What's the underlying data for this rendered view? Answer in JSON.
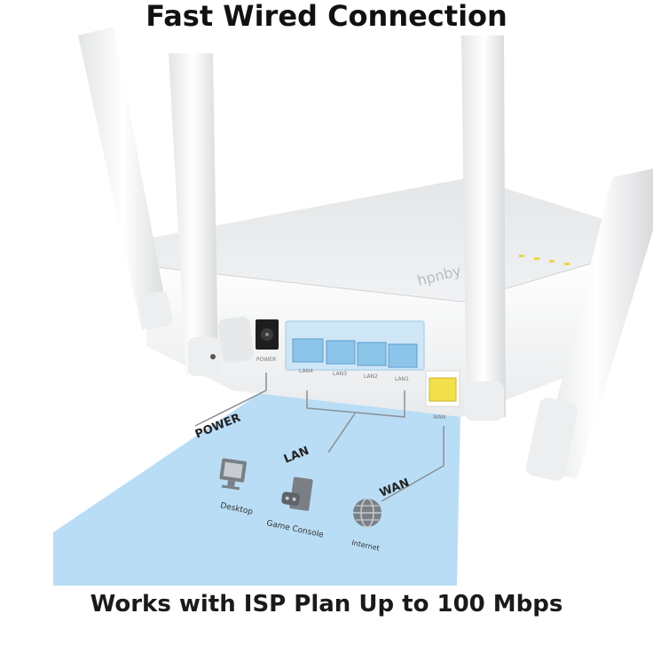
{
  "title": "Fast Wired Connection",
  "tagline": "Works with ISP Plan Up to 100 Mbps",
  "brand_mark": "hpnby",
  "ports": {
    "power": "POWER",
    "lan4": "LAN4",
    "lan3": "LAN3",
    "lan2": "LAN2",
    "lan1": "LAN1",
    "wan": "WAN"
  },
  "connections": {
    "power_label": "POWER",
    "lan_label": "LAN",
    "wan_label": "WAN"
  },
  "devices": {
    "desktop": "Desktop",
    "game_console": "Game Console",
    "internet": "Internet"
  },
  "colors": {
    "beam": "#b9ddf5",
    "wan_port": "#f1e04a",
    "lan_port": "#8cc4ea",
    "router_body": "#f4f5f6",
    "led": "#e9d84a"
  }
}
